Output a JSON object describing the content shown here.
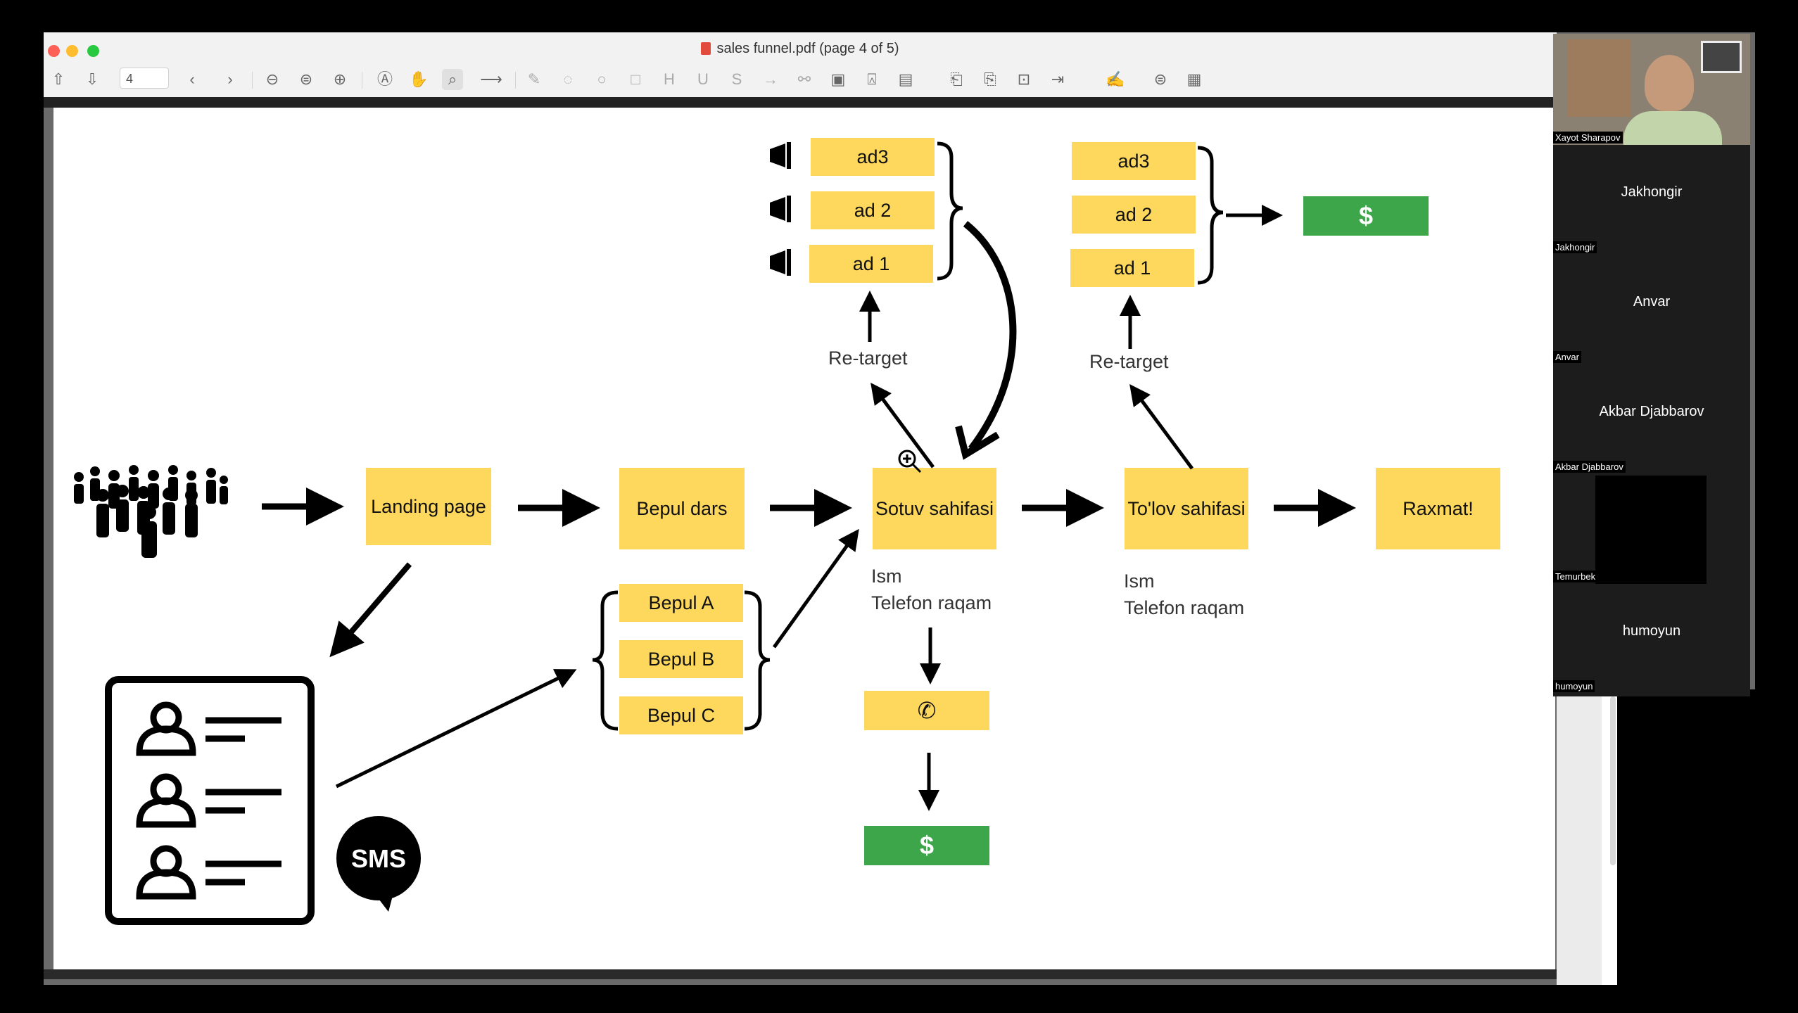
{
  "window": {
    "title": "sales funnel.pdf (page 4 of 5)",
    "page_number": "4"
  },
  "toolbar_icons": [
    "up-arrow-icon",
    "down-arrow-icon",
    "back-icon",
    "forward-icon",
    "zoom-out-icon",
    "zoom-fit-icon",
    "zoom-in-icon",
    "text-select-icon",
    "hand-icon",
    "search-icon",
    "arrow-tool-icon",
    "pen-icon",
    "lasso-icon",
    "shape-icon",
    "rect-icon",
    "highlight-icon",
    "underline-icon",
    "strikethrough-icon",
    "line-icon",
    "link-icon",
    "image-icon",
    "stamp-icon",
    "attach-icon",
    "page-prev-icon",
    "page-next-icon",
    "crop-icon",
    "export-icon",
    "insert-icon",
    "sign-icon",
    "sidebar-icon"
  ],
  "diagram": {
    "landing": "Landing page",
    "bepul_dars": "Bepul dars",
    "sotuv": "Sotuv sahifasi",
    "tolov": "To'lov sahifasi",
    "raxmat": "Raxmat!",
    "bepul_a": "Bepul A",
    "bepul_b": "Bepul B",
    "bepul_c": "Bepul C",
    "ads_left": [
      "ad3",
      "ad 2",
      "ad 1"
    ],
    "ads_right": [
      "ad3",
      "ad 2",
      "ad 1"
    ],
    "retarget": "Re-target",
    "ism": "Ism",
    "telefon": "Telefon raqam",
    "dollar": "$",
    "sms": "SMS"
  },
  "participants": {
    "host": "Xayot Sharapov",
    "tiles": [
      {
        "name": "Jakhongir",
        "tag": "Jakhongir"
      },
      {
        "name": "Anvar",
        "tag": "Anvar"
      },
      {
        "name": "Akbar Djabbarov",
        "tag": "Akbar Djabbarov"
      },
      {
        "name": "",
        "tag": "Temurbek"
      },
      {
        "name": "humoyun",
        "tag": "humoyun"
      }
    ]
  },
  "colors": {
    "sticky": "#fdd85d",
    "money": "#3da64a"
  }
}
